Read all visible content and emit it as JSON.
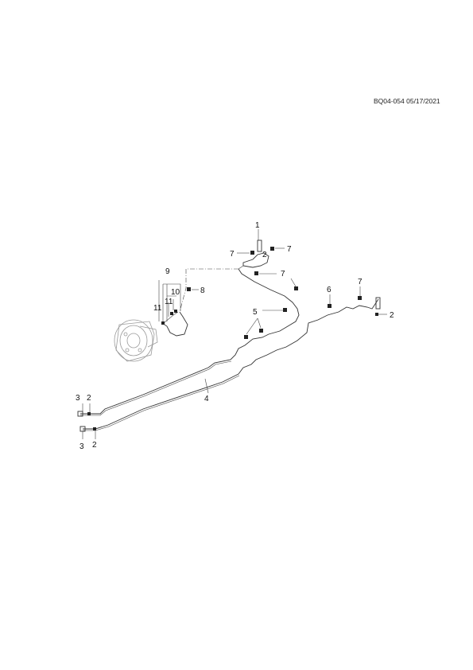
{
  "drawing_code": "BQ04-054 05/17/2021",
  "callouts": {
    "c1": "1",
    "c2a": "2",
    "c7a": "7",
    "c7b": "7",
    "c7c": "7",
    "c9": "9",
    "c10": "10",
    "c8": "8",
    "c11a": "11",
    "c11b": "11",
    "c6": "6",
    "c7d": "7",
    "c2b": "2",
    "c5": "5",
    "c4": "4",
    "c3a": "3",
    "c2c": "2",
    "c3b": "3",
    "c2d": "2"
  }
}
